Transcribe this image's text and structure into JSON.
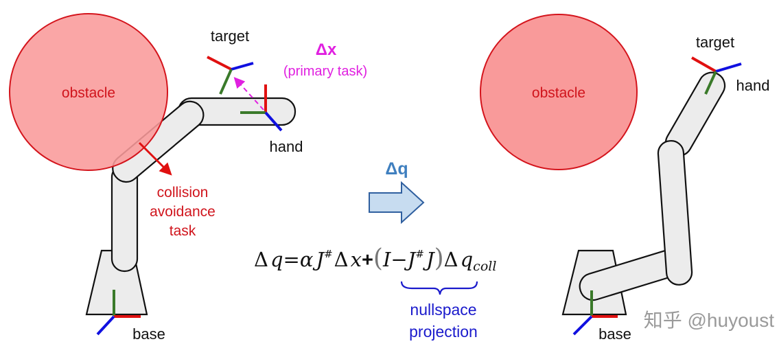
{
  "colors": {
    "obstacle_fill": "#f99a9a",
    "obstacle_stroke": "#d4141c",
    "x_axis": "#e01010",
    "y_axis": "#3a7a2a",
    "z_axis": "#1010e0",
    "primary_task": "#e020e0",
    "delta_q": "#3f7fbf",
    "nullspace": "#1a1acc"
  },
  "left_scene": {
    "obstacle_label": "obstacle",
    "target_label": "target",
    "hand_label": "hand",
    "base_label": "base",
    "primary_task_symbol": "Δx",
    "primary_task_label": "(primary task)",
    "collision_label_lines": [
      "collision",
      "avoidance",
      "task"
    ]
  },
  "transition": {
    "symbol": "Δq"
  },
  "equation": {
    "parts": [
      "Δ",
      "q",
      "=",
      "α",
      "J",
      "#",
      "Δ",
      "x",
      "+",
      "(",
      "I",
      "−",
      "J",
      "#",
      "J",
      ")",
      "Δ",
      "q",
      "coll"
    ],
    "brace_label_lines": [
      "nullspace",
      "projection"
    ]
  },
  "right_scene": {
    "obstacle_label": "obstacle",
    "target_label": "target",
    "hand_label": "hand",
    "base_label": "base"
  },
  "watermark": "知乎 @huyoust"
}
